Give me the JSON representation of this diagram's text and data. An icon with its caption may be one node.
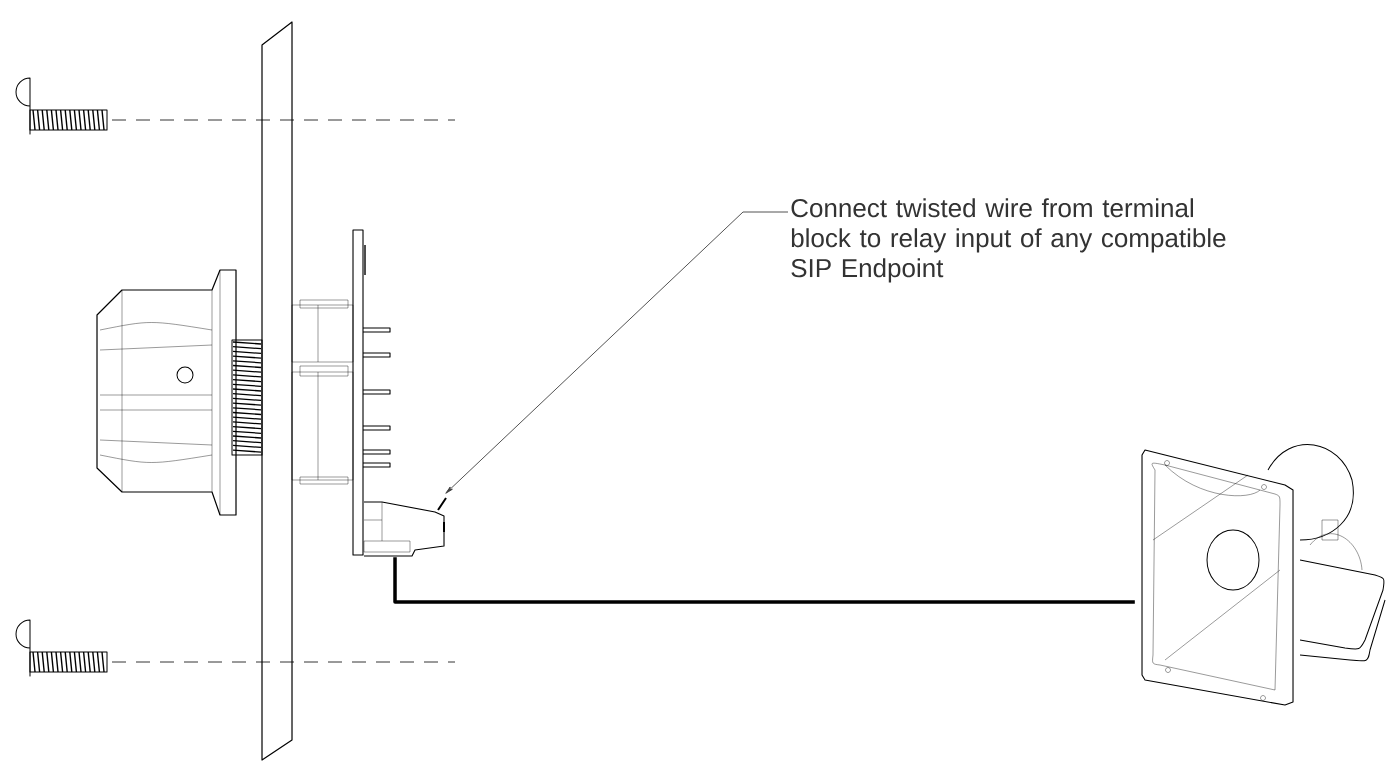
{
  "diagram": {
    "nodes": [
      {
        "text": [
          "Connect twisted wire from terminal block to relay input of any compatible SIP Endpoint"
        ]
      },
      {
        "text": [],
        "shape": "picture"
      },
      {
        "text": [],
        "shape": "picture"
      }
    ],
    "edges": [
      {
        "from": 0,
        "to": 1,
        "arrow": "to"
      },
      {
        "from": 1,
        "to": 2,
        "arrow": "none",
        "style": "thick"
      }
    ]
  }
}
